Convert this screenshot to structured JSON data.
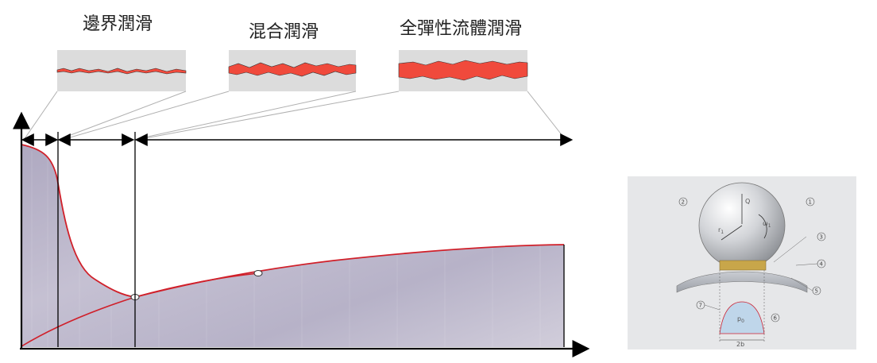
{
  "regimes": {
    "boundary": "邊界潤滑",
    "mixed": "混合潤滑",
    "ehl": "全彈性流體潤滑"
  },
  "ball_figure": {
    "load_symbol": "Q",
    "radius_symbol": "r",
    "radius_subscript": "1",
    "omega_symbol": "ω",
    "omega_subscript": "1",
    "pressure_symbol": "p",
    "pressure_subscript": "0",
    "contact_width_label": "2b",
    "callouts": [
      "1",
      "2",
      "3",
      "4",
      "5",
      "6",
      "7"
    ]
  },
  "colors": {
    "lubricant": "#f04a3c",
    "curve": "#d0202a",
    "shaded_area": "#b8b2c8",
    "panel_bg": "#e6e7e9"
  }
}
